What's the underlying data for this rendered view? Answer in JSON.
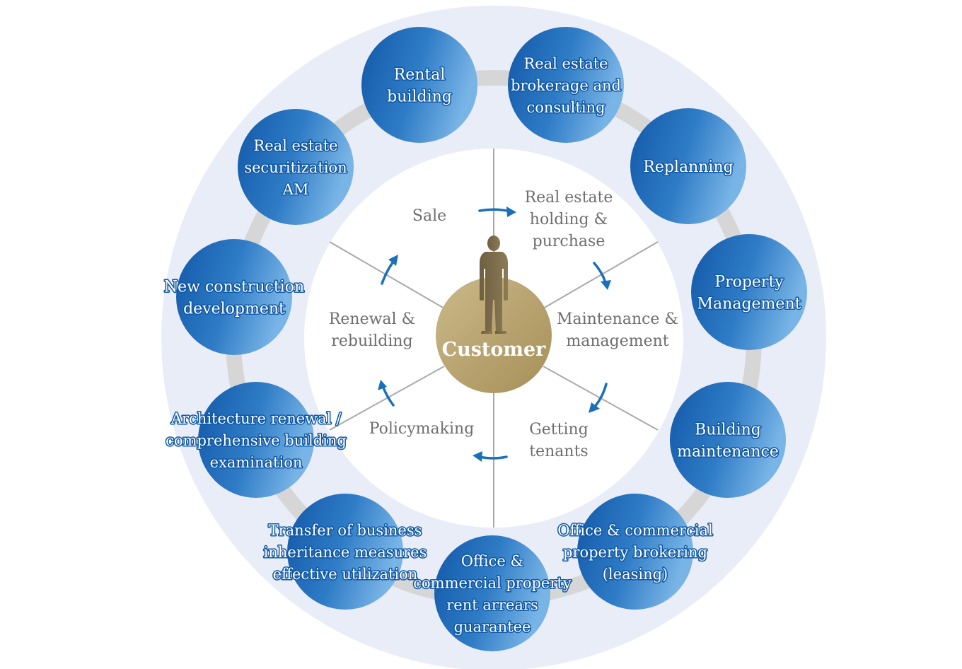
{
  "center": {
    "label": "Customer"
  },
  "lifecycle": [
    {
      "id": "sale",
      "lines": [
        "Sale"
      ]
    },
    {
      "id": "holding",
      "lines": [
        "Real estate",
        "holding &",
        "purchase"
      ]
    },
    {
      "id": "maintenance",
      "lines": [
        "Maintenance &",
        "management"
      ]
    },
    {
      "id": "tenants",
      "lines": [
        "Getting",
        "tenants"
      ]
    },
    {
      "id": "policymaking",
      "lines": [
        "Policymaking"
      ]
    },
    {
      "id": "renewal",
      "lines": [
        "Renewal &",
        "rebuilding"
      ]
    }
  ],
  "services": [
    {
      "id": "rental-building",
      "lines": [
        "Rental",
        "building"
      ]
    },
    {
      "id": "brokerage-consulting",
      "lines": [
        "Real estate",
        "brokerage and",
        "consulting"
      ]
    },
    {
      "id": "replanning",
      "lines": [
        "Replanning"
      ]
    },
    {
      "id": "property-management",
      "lines": [
        "Property",
        "Management"
      ]
    },
    {
      "id": "building-maintenance",
      "lines": [
        "Building",
        "maintenance"
      ]
    },
    {
      "id": "office-brokering",
      "lines": [
        "Office & commercial",
        "property brokering",
        "(leasing)"
      ]
    },
    {
      "id": "rent-guarantee",
      "lines": [
        "Office &",
        "commercial property",
        "rent arrears",
        "guarantee"
      ]
    },
    {
      "id": "business-transfer",
      "lines": [
        "Transfer of business",
        "inheritance measures",
        "effective utilization"
      ]
    },
    {
      "id": "architecture-renewal",
      "lines": [
        "Architecture renewal /",
        "comprehensive building",
        "examination"
      ]
    },
    {
      "id": "new-construction",
      "lines": [
        "New construction",
        "development"
      ]
    },
    {
      "id": "securitization",
      "lines": [
        "Real estate",
        "securitization",
        "AM"
      ]
    }
  ],
  "colors": {
    "outer_ring": "#e9edf7",
    "track": "#d6d6d6",
    "node_dark": "#1560ad",
    "node_light": "#6aa8e0",
    "center_gold": "#b8a36e",
    "arrow": "#1a6fbb",
    "divider": "#a9a9a9"
  }
}
